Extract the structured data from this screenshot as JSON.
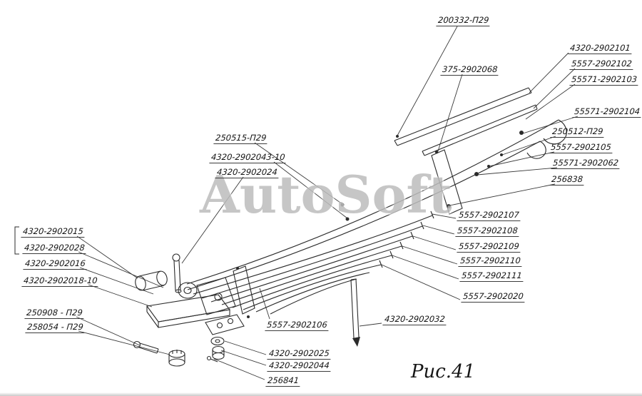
{
  "figure": {
    "watermark": "AutoSoft",
    "caption": "Рис.41"
  },
  "labels": [
    {
      "text": "200332-П29"
    },
    {
      "text": "375-2902068"
    },
    {
      "text": "4320-2902101"
    },
    {
      "text": "5557-2902102"
    },
    {
      "text": "55571-2902103"
    },
    {
      "text": "55571-2902104"
    },
    {
      "text": "250512-П29"
    },
    {
      "text": "5557-2902105"
    },
    {
      "text": "55571-2902062"
    },
    {
      "text": "256838"
    },
    {
      "text": "250515-П29"
    },
    {
      "text": "4320-2902043-10"
    },
    {
      "text": "4320-2902024"
    },
    {
      "text": "4320-2902015"
    },
    {
      "text": "4320-2902028"
    },
    {
      "text": "4320-2902016"
    },
    {
      "text": "4320-2902018-10"
    },
    {
      "text": "250908 - П29"
    },
    {
      "text": "258054 - П29"
    },
    {
      "text": "5557-2902107"
    },
    {
      "text": "5557-2902108"
    },
    {
      "text": "5557-2902109"
    },
    {
      "text": "5557-2902110"
    },
    {
      "text": "5557-2902111"
    },
    {
      "text": "5557-2902020"
    },
    {
      "text": "5557-2902106"
    },
    {
      "text": "4320-2902032"
    },
    {
      "text": "4320-2902025"
    },
    {
      "text": "4320-2902044"
    },
    {
      "text": "256841"
    }
  ]
}
